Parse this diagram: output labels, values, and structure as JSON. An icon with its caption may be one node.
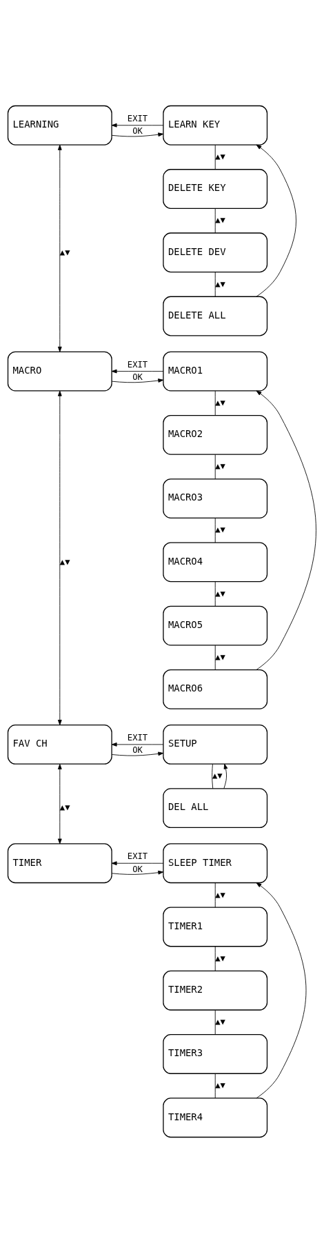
{
  "diagram": {
    "nodes": [
      {
        "text": [
          "LEARNING"
        ]
      },
      {
        "text": [
          "LEARN KEY"
        ]
      },
      {
        "text": [
          "DELETE KEY"
        ]
      },
      {
        "text": [
          "DELETE DEV"
        ]
      },
      {
        "text": [
          "DELETE ALL"
        ]
      },
      {
        "text": [
          "MACRO"
        ]
      },
      {
        "text": [
          "MACRO1"
        ]
      },
      {
        "text": [
          "MACRO2"
        ]
      },
      {
        "text": [
          "MACRO3"
        ]
      },
      {
        "text": [
          "MACRO4"
        ]
      },
      {
        "text": [
          "MACRO5"
        ]
      },
      {
        "text": [
          "MACRO6"
        ]
      },
      {
        "text": [
          "FAV CH"
        ]
      },
      {
        "text": [
          "SETUP"
        ]
      },
      {
        "text": [
          "DEL ALL"
        ]
      },
      {
        "text": [
          "TIMER"
        ]
      },
      {
        "text": [
          "SLEEP TIMER"
        ]
      },
      {
        "text": [
          "TIMER1"
        ]
      },
      {
        "text": [
          "TIMER2"
        ]
      },
      {
        "text": [
          "TIMER3"
        ]
      },
      {
        "text": [
          "TIMER4"
        ]
      }
    ],
    "edges": [
      {
        "from": 0,
        "to": 1,
        "arrow": "to",
        "label": "OK"
      },
      {
        "from": 1,
        "to": 0,
        "arrow": "to",
        "label": "EXIT"
      },
      {
        "from": 1,
        "to": 2,
        "arrow": "none",
        "label": "▲▼"
      },
      {
        "from": 2,
        "to": 3,
        "arrow": "none",
        "label": "▲▼"
      },
      {
        "from": 3,
        "to": 4,
        "arrow": "none",
        "label": "▲▼"
      },
      {
        "from": 4,
        "to": 1,
        "arrow": "to"
      },
      {
        "from": 0,
        "to": 5,
        "arrow": "both",
        "label": "▲▼"
      },
      {
        "from": 5,
        "to": 6,
        "arrow": "to",
        "label": "OK"
      },
      {
        "from": 6,
        "to": 5,
        "arrow": "to",
        "label": "EXIT"
      },
      {
        "from": 6,
        "to": 7,
        "arrow": "none",
        "label": "▲▼"
      },
      {
        "from": 7,
        "to": 8,
        "arrow": "none",
        "label": "▲▼"
      },
      {
        "from": 8,
        "to": 9,
        "arrow": "none",
        "label": "▲▼"
      },
      {
        "from": 9,
        "to": 10,
        "arrow": "none",
        "label": "▲▼"
      },
      {
        "from": 10,
        "to": 11,
        "arrow": "none",
        "label": "▲▼"
      },
      {
        "from": 11,
        "to": 6,
        "arrow": "to"
      },
      {
        "from": 5,
        "to": 12,
        "arrow": "both",
        "label": "▲▼"
      },
      {
        "from": 12,
        "to": 13,
        "arrow": "to",
        "label": "OK"
      },
      {
        "from": 13,
        "to": 12,
        "arrow": "to",
        "label": "EXIT"
      },
      {
        "from": 13,
        "to": 14,
        "arrow": "none",
        "label": "▲▼"
      },
      {
        "from": 14,
        "to": 13,
        "arrow": "to"
      },
      {
        "from": 12,
        "to": 15,
        "arrow": "both",
        "label": "▲▼"
      },
      {
        "from": 15,
        "to": 16,
        "arrow": "to",
        "label": "OK"
      },
      {
        "from": 16,
        "to": 15,
        "arrow": "to",
        "label": "EXIT"
      },
      {
        "from": 16,
        "to": 17,
        "arrow": "none",
        "label": "▲▼"
      },
      {
        "from": 17,
        "to": 18,
        "arrow": "none",
        "label": "▲▼"
      },
      {
        "from": 18,
        "to": 19,
        "arrow": "none",
        "label": "▲▼"
      },
      {
        "from": 19,
        "to": 20,
        "arrow": "none",
        "label": "▲▼"
      },
      {
        "from": 20,
        "to": 16,
        "arrow": "to"
      }
    ]
  }
}
